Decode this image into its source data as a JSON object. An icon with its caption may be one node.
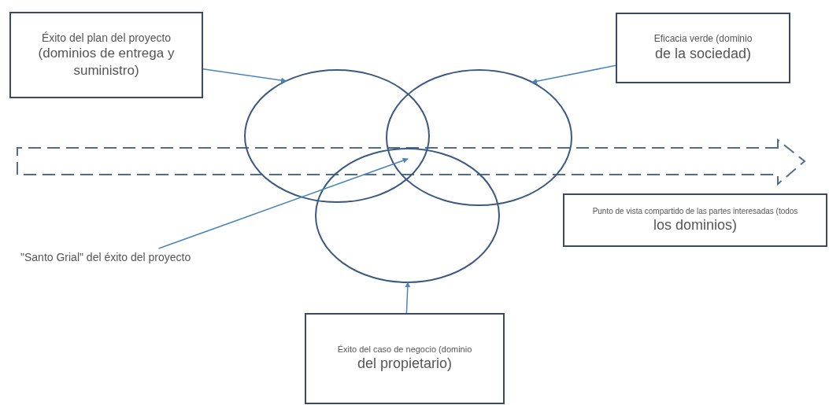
{
  "diagram": {
    "nodes": [
      {
        "text": [
          "Éxito del plan del proyecto",
          "(dominios de entrega y suministro)"
        ]
      },
      {
        "text": [
          "Eficacia verde (dominio",
          "de la sociedad)"
        ]
      },
      {
        "text": [],
        "shape": "circle"
      },
      {
        "text": [],
        "shape": "circle"
      },
      {
        "text": [],
        "shape": "circle"
      },
      {
        "text": [
          "Punto de vista compartido de las partes interesadas (todos",
          "los dominios)"
        ]
      },
      {
        "text": [
          "\"Santo Grial\" del éxito del proyecto"
        ]
      },
      {
        "text": [
          "Éxito del caso de negocio (dominio",
          "del propietario)"
        ]
      }
    ],
    "edges": [
      {
        "from": 0,
        "to": 2,
        "arrow": "to"
      },
      {
        "from": 1,
        "to": 3,
        "arrow": "to"
      },
      {
        "from": 6,
        "to": 2,
        "arrow": "to"
      },
      {
        "from": 7,
        "to": 4,
        "arrow": "to"
      }
    ]
  }
}
